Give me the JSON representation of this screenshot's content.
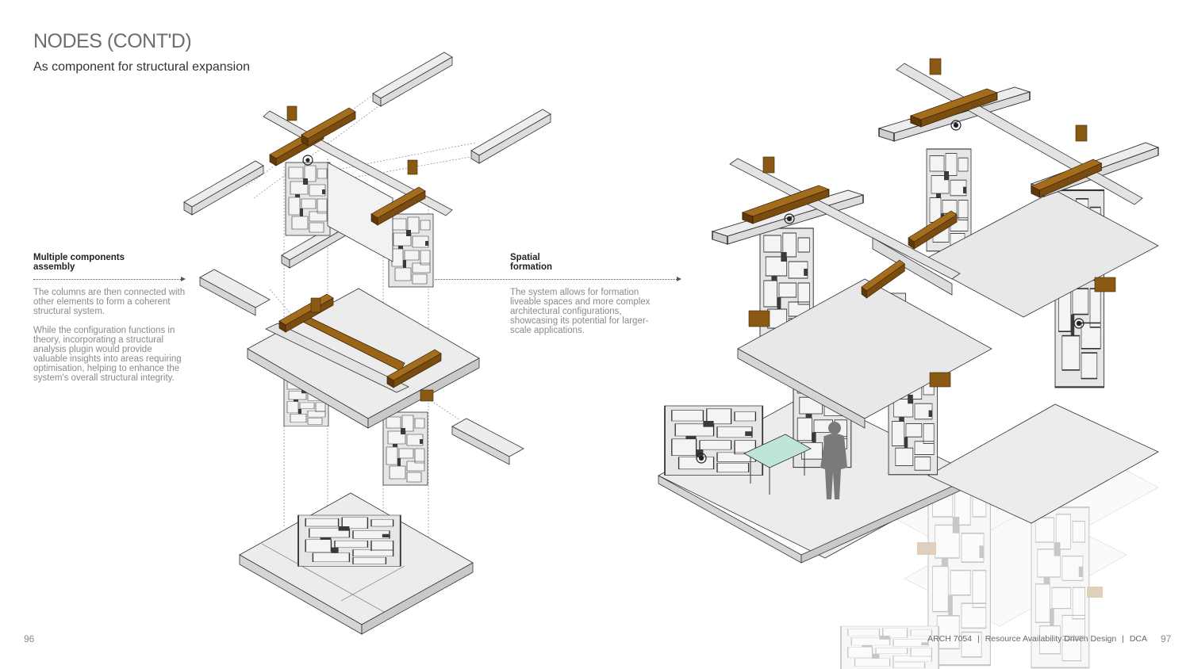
{
  "page": {
    "title": "NODES (CONT'D)",
    "subtitle": "As component for structural expansion",
    "page_left": "96",
    "page_right": "97"
  },
  "left_block": {
    "heading": "Multiple components assembly",
    "para1": "The columns are then connected with other elements to form a coherent structural system.",
    "para2": "While the configuration functions in theory, incorporating a structural analysis plugin would provide valuable insights into areas requiring optimisation, helping to enhance the system's overall structural integrity."
  },
  "right_block": {
    "heading": "Spatial formation",
    "para1": "The system allows for formation liveable spaces and more complex architectural configurations, showcasing its potential for larger-scale applications."
  },
  "footer": {
    "course": "ARCH 7054",
    "sep1": "|",
    "module": "Resource  Availability  Driven Design",
    "sep2": "|",
    "school": "DCA"
  },
  "colors": {
    "timber": "#8a5a14",
    "block": "#ececec",
    "block_side": "#d3d3d3",
    "line": "#444444",
    "glass": "#bfe5d6"
  }
}
